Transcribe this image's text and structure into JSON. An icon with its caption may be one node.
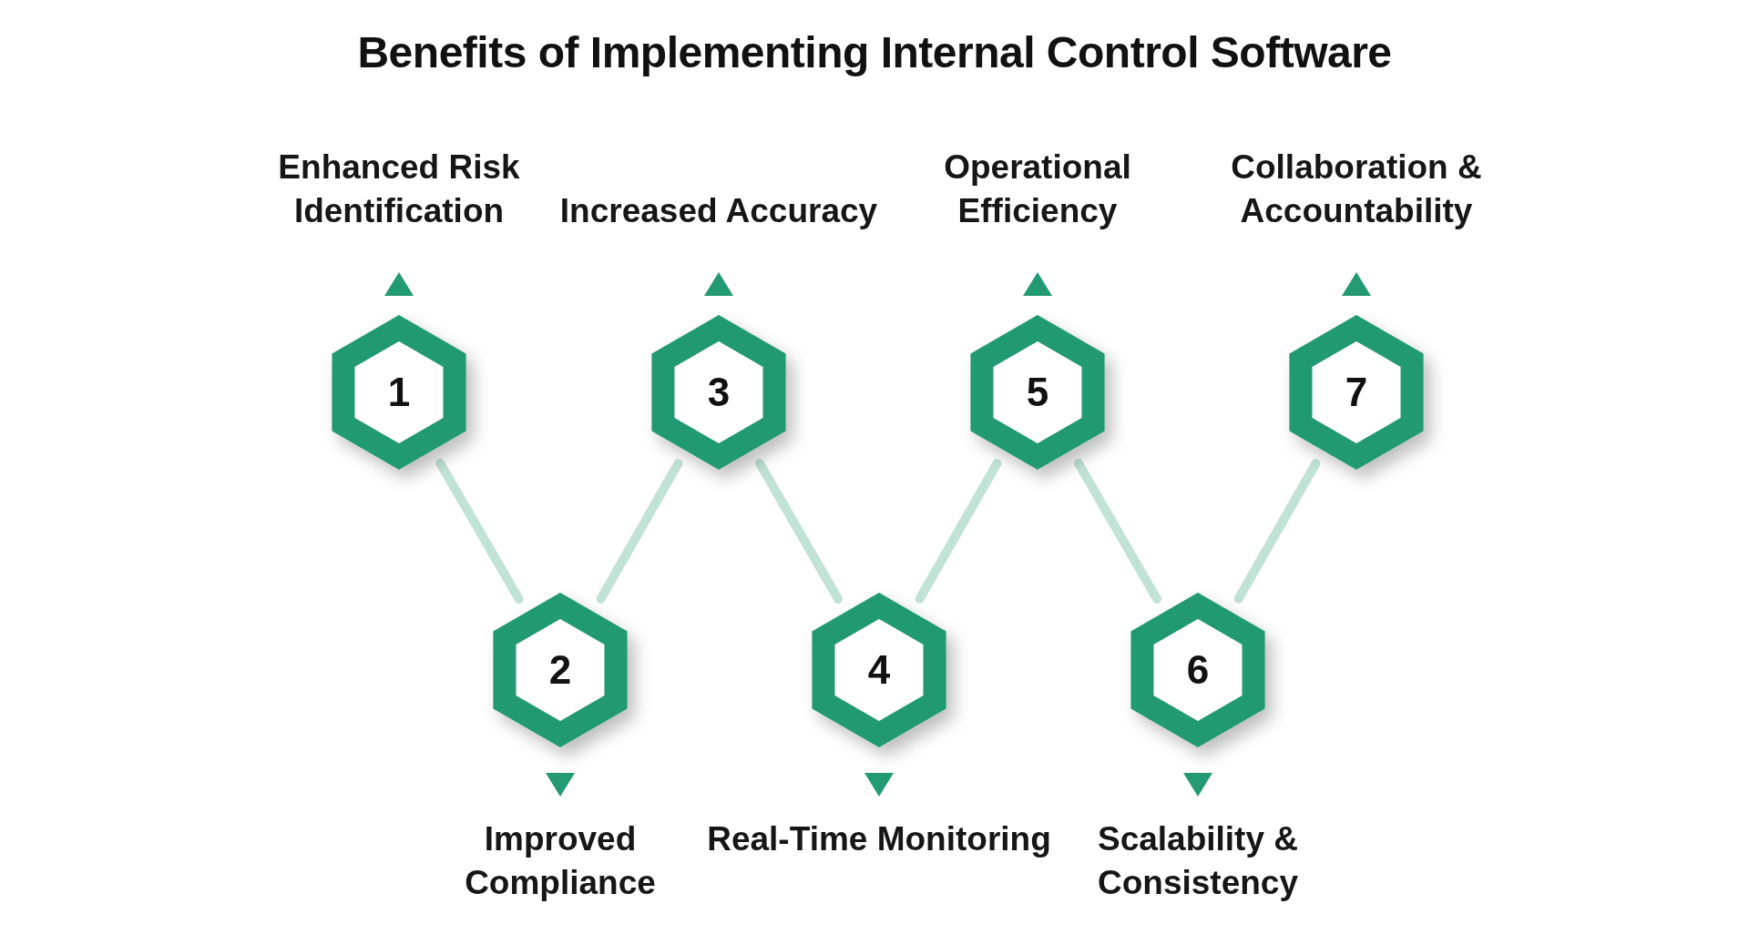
{
  "diagram": {
    "title": "Benefits of Implementing Internal Control Software",
    "nodes": [
      {
        "text": [
          "1"
        ],
        "beside": [
          "Enhanced Risk Identification"
        ]
      },
      {
        "text": [
          "2"
        ],
        "beside": [
          "Improved Compliance"
        ]
      },
      {
        "text": [
          "3"
        ],
        "beside": [
          "Increased Accuracy"
        ]
      },
      {
        "text": [
          "4"
        ],
        "beside": [
          "Real-Time Monitoring"
        ]
      },
      {
        "text": [
          "5"
        ],
        "beside": [
          "Operational Efficiency"
        ]
      },
      {
        "text": [
          "6"
        ],
        "beside": [
          "Scalability & Consistency"
        ]
      },
      {
        "text": [
          "7"
        ],
        "beside": [
          "Collaboration & Accountability"
        ]
      }
    ],
    "edges": [
      {
        "from": 0,
        "to": 1,
        "arrow": "none"
      },
      {
        "from": 1,
        "to": 2,
        "arrow": "none"
      },
      {
        "from": 2,
        "to": 3,
        "arrow": "none"
      },
      {
        "from": 3,
        "to": 4,
        "arrow": "none"
      },
      {
        "from": 4,
        "to": 5,
        "arrow": "none"
      },
      {
        "from": 5,
        "to": 6,
        "arrow": "none"
      }
    ]
  }
}
